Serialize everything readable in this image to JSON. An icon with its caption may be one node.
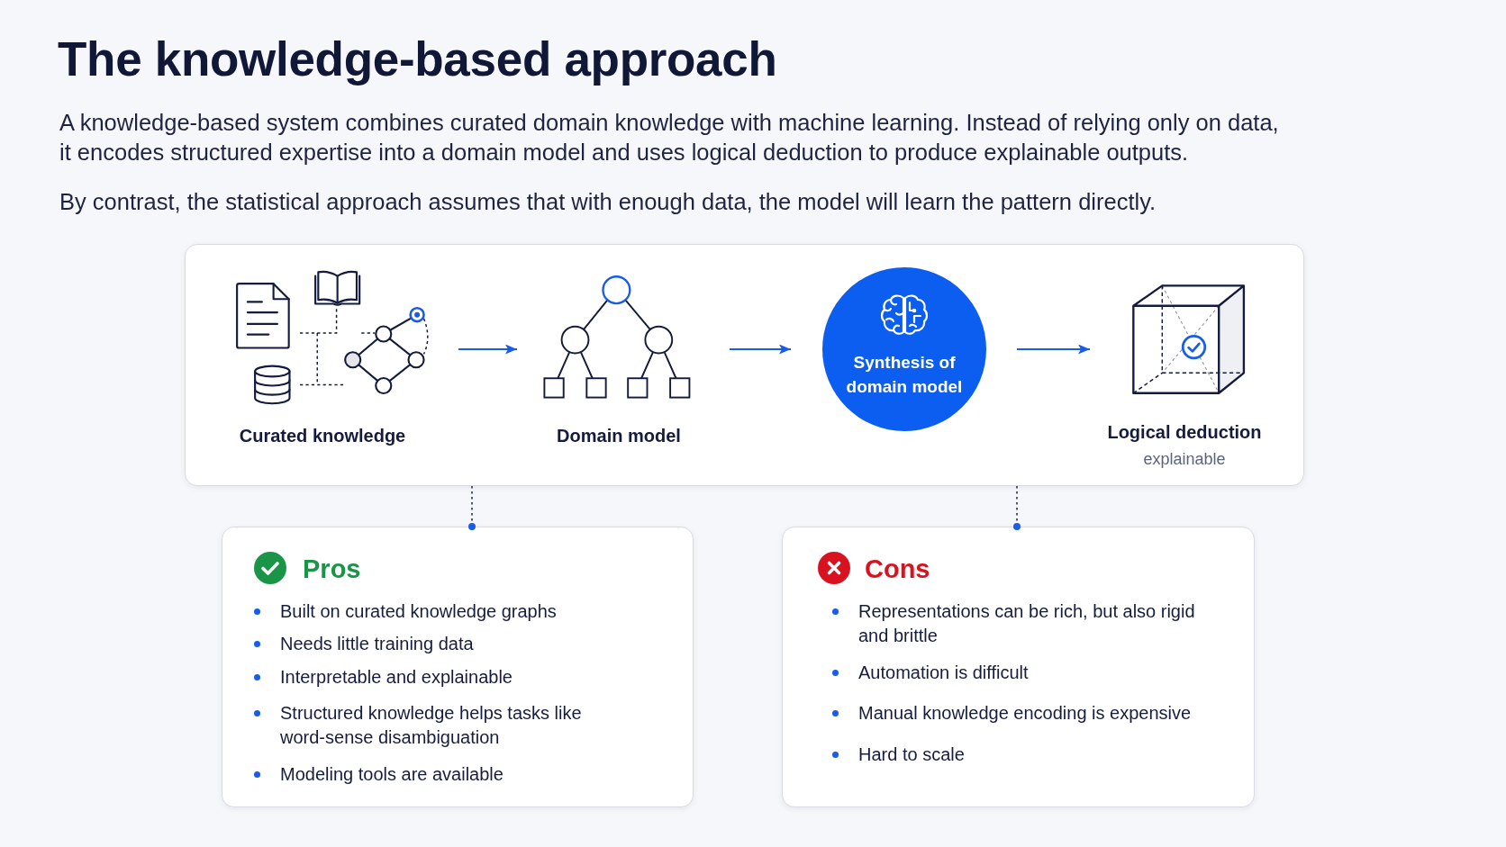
{
  "diagram": {
    "title": "The knowledge-based approach",
    "nodes": [
      {
        "text": [],
        "shape": "box"
      },
      {
        "text": [
          "Curated knowledge"
        ],
        "in": 0
      },
      {
        "text": [
          "Domain model"
        ],
        "in": 0
      },
      {
        "text": [
          "Synthesis of domain model"
        ],
        "in": 0
      },
      {
        "text": [
          "Logical deduction",
          "explainable"
        ],
        "in": 0
      },
      {
        "text": [
          "Pros",
          "Built on curated knowledge graphs",
          "Needs little training data",
          "Interpretable and explainable",
          "Structured knowledge helps tasks like word-sense disambiguation",
          "Modeling tools are available"
        ]
      },
      {
        "text": [
          "Cons",
          "Representations can be rich, but also rigid and brittle",
          "Automation is difficult",
          "Manual knowledge encoding is expensive",
          "Hard to scale"
        ]
      }
    ],
    "edges": [
      {
        "from": 1,
        "to": 2,
        "arrow": "to"
      },
      {
        "from": 2,
        "to": 3,
        "arrow": "to"
      },
      {
        "from": 3,
        "to": 4,
        "arrow": "to"
      },
      {
        "from": 0,
        "to": 5,
        "arrow": "other",
        "style": "dashed",
        "color": "#27304d"
      },
      {
        "from": 0,
        "to": 6,
        "arrow": "other",
        "style": "dashed",
        "color": "#27304d"
      }
    ],
    "labels": [
      "A knowledge-based system combines curated domain knowledge with machine learning. Instead of relying only on data, it encodes structured expertise into a domain model and uses logical deduction to produce explainable outputs.",
      "By contrast, the statistical approach assumes that with enough data, the model will learn the pattern directly."
    ]
  }
}
